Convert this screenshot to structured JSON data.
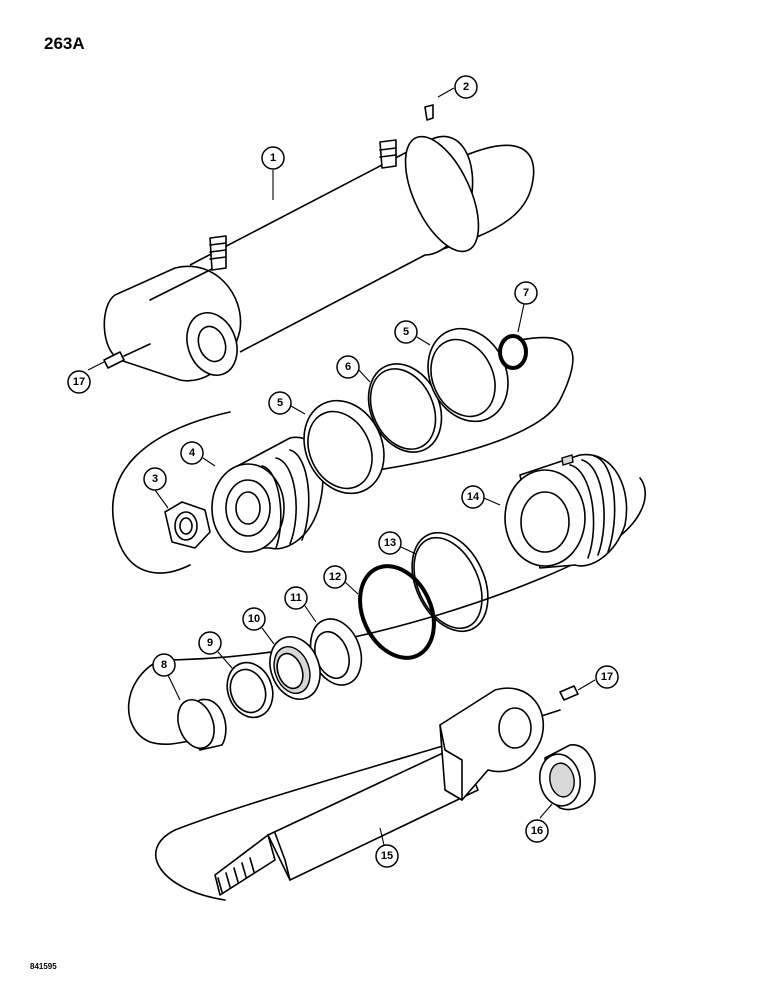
{
  "page_number": "263A",
  "drawing_code": "841595",
  "callouts": [
    {
      "id": "c1",
      "label": "1"
    },
    {
      "id": "c2",
      "label": "2"
    },
    {
      "id": "c3",
      "label": "3"
    },
    {
      "id": "c4",
      "label": "4"
    },
    {
      "id": "c5a",
      "label": "5"
    },
    {
      "id": "c5b",
      "label": "5"
    },
    {
      "id": "c6",
      "label": "6"
    },
    {
      "id": "c7",
      "label": "7"
    },
    {
      "id": "c8",
      "label": "8"
    },
    {
      "id": "c9",
      "label": "9"
    },
    {
      "id": "c10",
      "label": "10"
    },
    {
      "id": "c11",
      "label": "11"
    },
    {
      "id": "c12",
      "label": "12"
    },
    {
      "id": "c13",
      "label": "13"
    },
    {
      "id": "c14",
      "label": "14"
    },
    {
      "id": "c15",
      "label": "15"
    },
    {
      "id": "c16",
      "label": "16"
    },
    {
      "id": "c17a",
      "label": "17"
    },
    {
      "id": "c17b",
      "label": "17"
    }
  ]
}
